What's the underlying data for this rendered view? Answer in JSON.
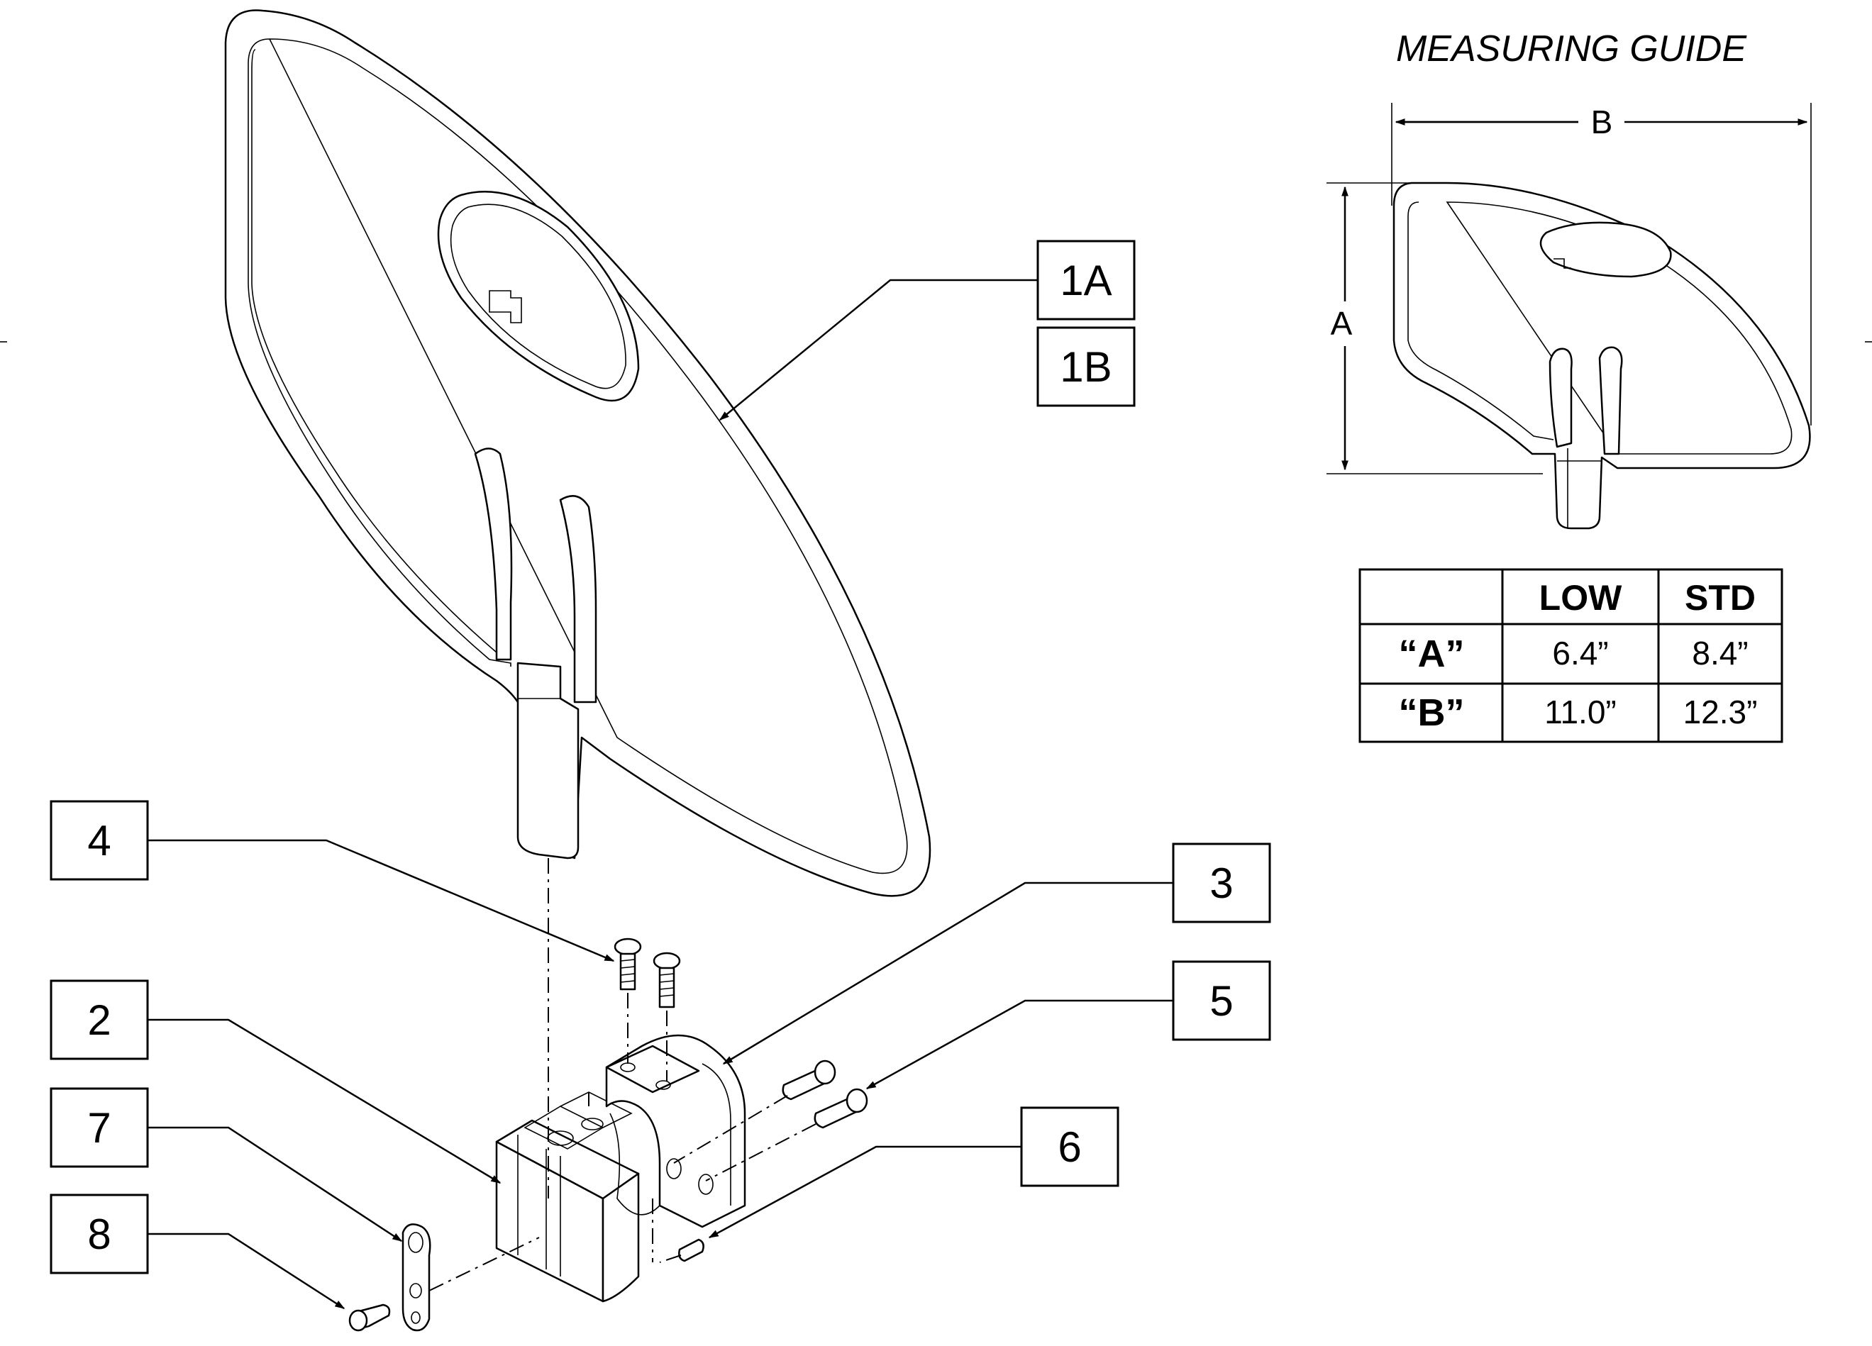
{
  "callouts": {
    "c1a": "1A",
    "c1b": "1B",
    "c2": "2",
    "c3": "3",
    "c4": "4",
    "c5": "5",
    "c6": "6",
    "c7": "7",
    "c8": "8"
  },
  "guide": {
    "title": "MEASURING GUIDE",
    "dim_a": "A",
    "dim_b": "B"
  },
  "table": {
    "headers": [
      "",
      "LOW",
      "STD"
    ],
    "rows": [
      {
        "label": "“A”",
        "low": "6.4”",
        "std": "8.4”"
      },
      {
        "label": "“B”",
        "low": "11.0”",
        "std": "12.3”"
      }
    ]
  }
}
